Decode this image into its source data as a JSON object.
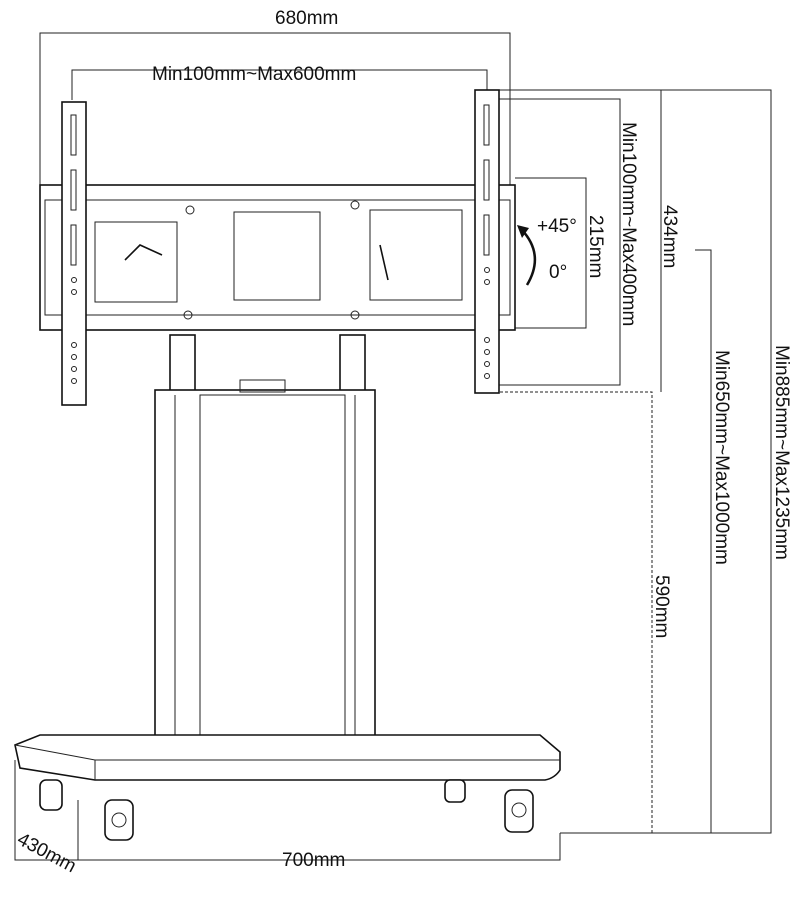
{
  "dimensions": {
    "overall_width": "680mm",
    "vesa_horizontal": "Min100mm~Max600mm",
    "vesa_vertical": "Min100mm~Max400mm",
    "bracket_height": "434mm",
    "tilt_depth": "215mm",
    "tilt_up": "+45°",
    "tilt_zero": "0°",
    "center_height": "Min650mm~Max1000mm",
    "overall_height": "Min885mm~Max1235mm",
    "bottom_height": "590mm",
    "base_depth": "430mm",
    "base_width": "700mm"
  }
}
